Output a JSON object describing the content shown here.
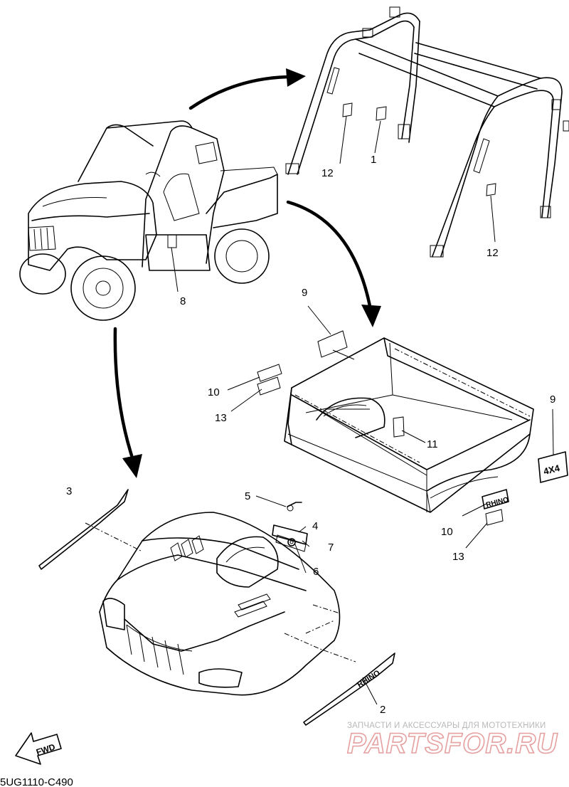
{
  "labels": {
    "p1": "1",
    "p2": "2",
    "p3": "3",
    "p4": "4",
    "p5": "5",
    "p6": "6",
    "p7": "7",
    "p8": "8",
    "p9a": "9",
    "p9b": "9",
    "p10a": "10",
    "p10b": "10",
    "p11": "11",
    "p12a": "12",
    "p12b": "12",
    "p13a": "13",
    "p13b": "13"
  },
  "fwd": "FWD",
  "diagram_code": "5UG1110-C490",
  "watermark": {
    "tagline": "ЗАПЧАСТИ И АКСЕССУАРЫ ДЛЯ МОТОТЕХНИКИ",
    "brand": "PARTSFOR.RU"
  },
  "decals": {
    "bed_side": "4X4",
    "fender": "RHINO",
    "hood_side": "RHINO"
  },
  "colors": {
    "line": "#000000",
    "watermark_text": "#b8b8b8",
    "watermark_brand": "#e6a0a0"
  }
}
